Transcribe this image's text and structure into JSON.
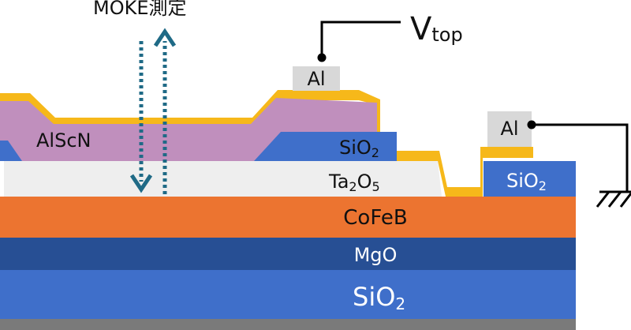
{
  "labels": {
    "moke": "MOKE測定",
    "vtop_main": "V",
    "vtop_sub": "top",
    "al_top": "Al",
    "al_right": "Al",
    "alscn": "AlScN",
    "sio2_upper_main": "SiO",
    "sio2_upper_sub": "2",
    "ta2o5_a": "Ta",
    "ta2o5_a_sub": "2",
    "ta2o5_b": "O",
    "ta2o5_b_sub": "5",
    "sio2_right_main": "SiO",
    "sio2_right_sub": "2",
    "cofeb": "CoFeB",
    "mgo": "MgO",
    "sio2_bottom_main": "SiO",
    "sio2_bottom_sub": "2"
  },
  "colors": {
    "alscn": "#c08fbd",
    "sio2": "#3f6fca",
    "ta2o5": "#eeeeee",
    "cofeb": "#ec7430",
    "mgo": "#274f94",
    "electrode": "#f6b81a",
    "al_pad": "#d8d8d8",
    "arrow": "#1f6a86",
    "wire": "#000000",
    "substrate_edge": "#7a7a7a"
  }
}
